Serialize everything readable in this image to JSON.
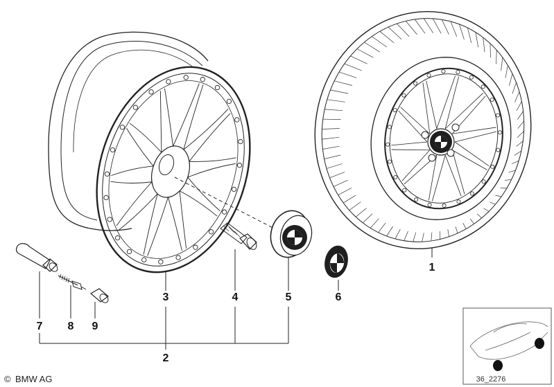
{
  "parts": [
    {
      "id": "tyre-with-wheel",
      "number": "1"
    },
    {
      "id": "alloy-wheel-assembly",
      "number": "2"
    },
    {
      "id": "rim",
      "number": "3"
    },
    {
      "id": "wheel-bolt",
      "number": "4"
    },
    {
      "id": "hub-cap",
      "number": "5"
    },
    {
      "id": "emblem-badge",
      "number": "6"
    },
    {
      "id": "valve",
      "number": "7"
    },
    {
      "id": "valve-insert",
      "number": "8"
    },
    {
      "id": "valve-cap",
      "number": "9"
    }
  ],
  "footer": {
    "copyright": "BMW AG",
    "copyright_symbol": "©",
    "drawing_number": "36_2276"
  },
  "colors": {
    "line": "#222222",
    "badge_blue": "#1f1f1f"
  }
}
